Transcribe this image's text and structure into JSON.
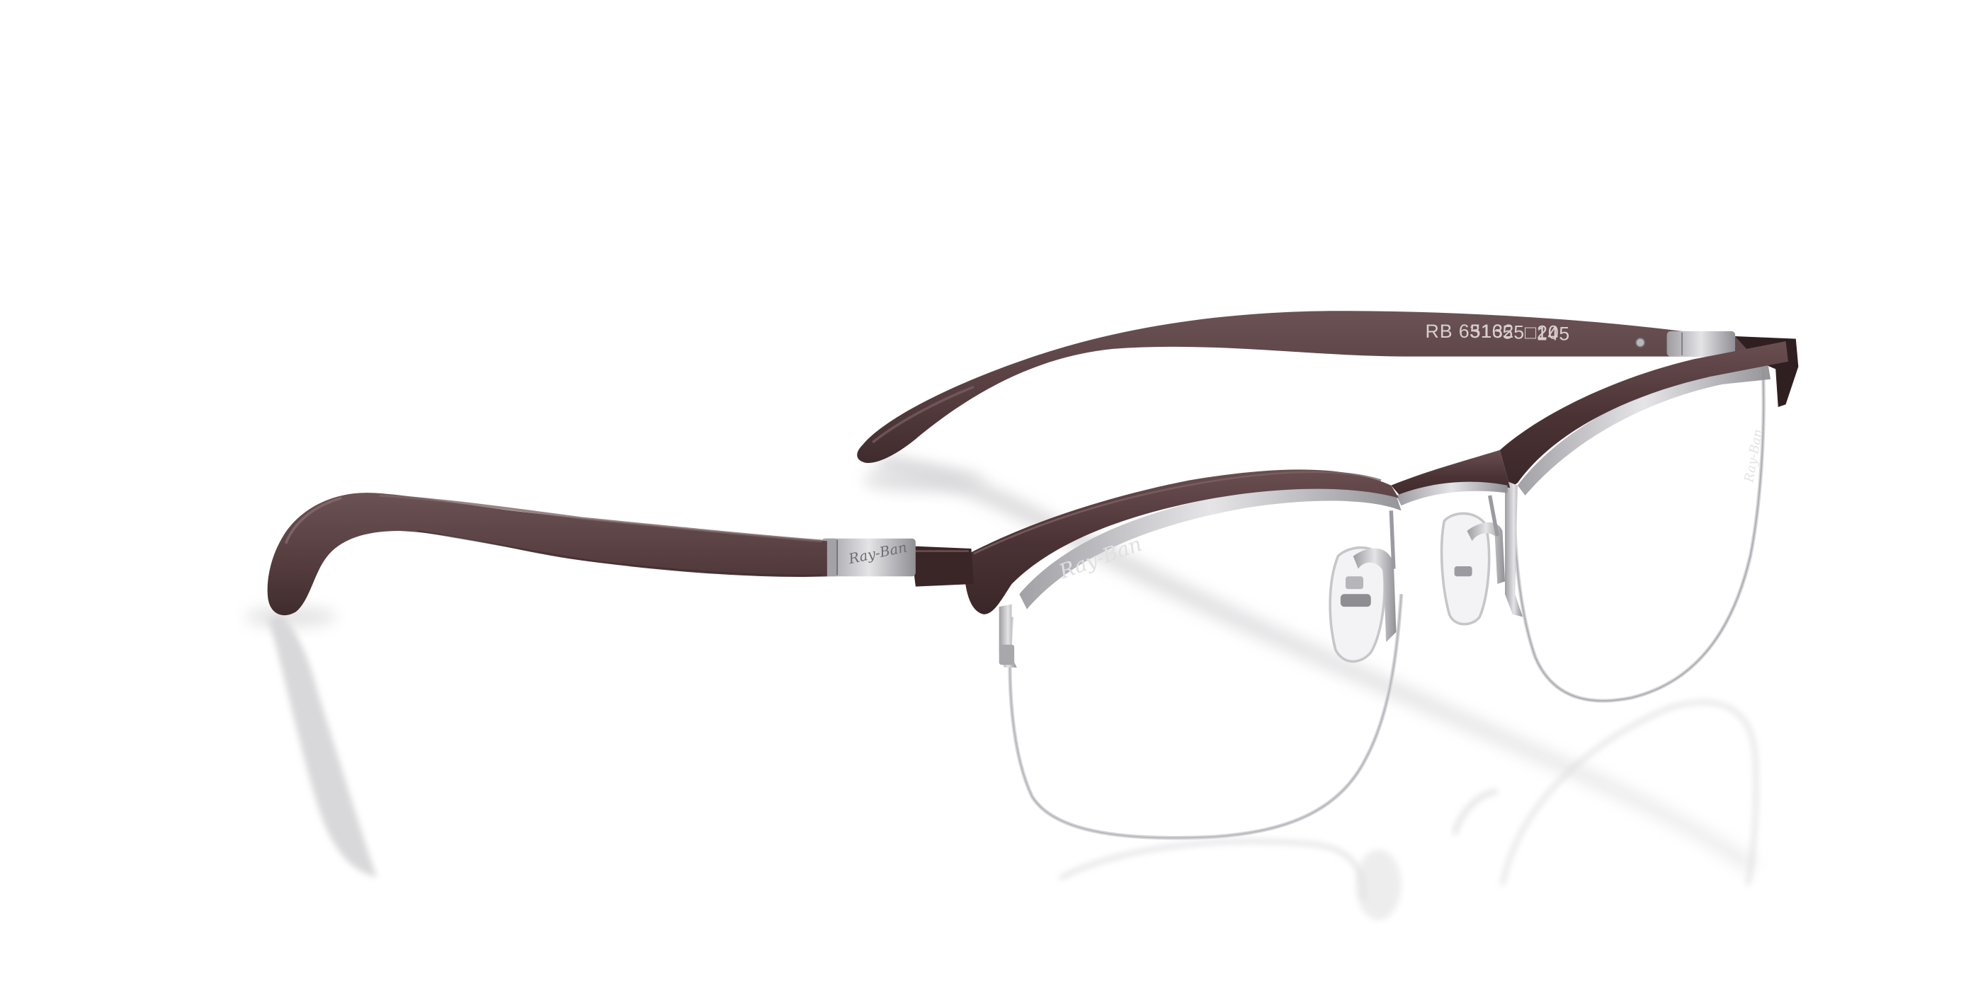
{
  "product": {
    "brand_logo": "Ray-Ban",
    "temple_inscription": {
      "model": "RB 6513",
      "color_code": "3162",
      "size": "55□20",
      "temple_length": "145"
    }
  },
  "colors": {
    "background": "#ffffff",
    "frame_brown": "#4b3335",
    "frame_brown_light": "#654a4c",
    "tip_brown": "#5c4446",
    "silver": "#c9c9cc",
    "silver_dark": "#8d8d92",
    "shadow": "#d4d4d6",
    "inscription": "#d9cfcf"
  }
}
